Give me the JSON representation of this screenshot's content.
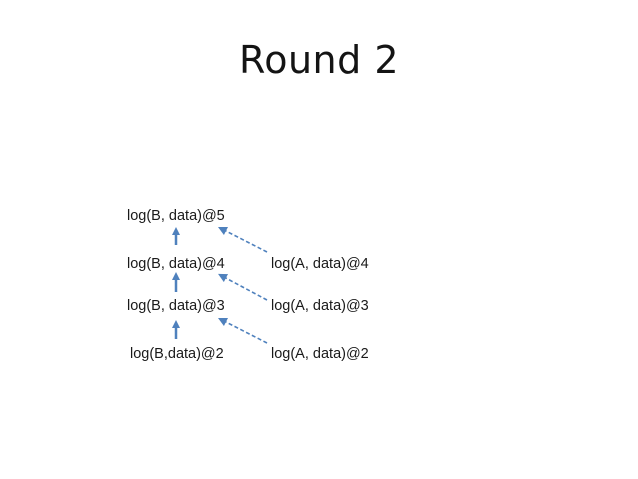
{
  "slide": {
    "title": "Round 2"
  },
  "log_b": [
    "log(B, data)@5",
    "log(B, data)@4",
    "log(B, data)@3",
    "log(B,data)@2"
  ],
  "log_a": [
    "log(A, data)@4",
    "log(A, data)@3",
    "log(A, data)@2"
  ],
  "colors": {
    "text": "#1a1a1a",
    "solid_arrow": "#4f81bd",
    "dashed_arrow": "#4f81bd"
  }
}
